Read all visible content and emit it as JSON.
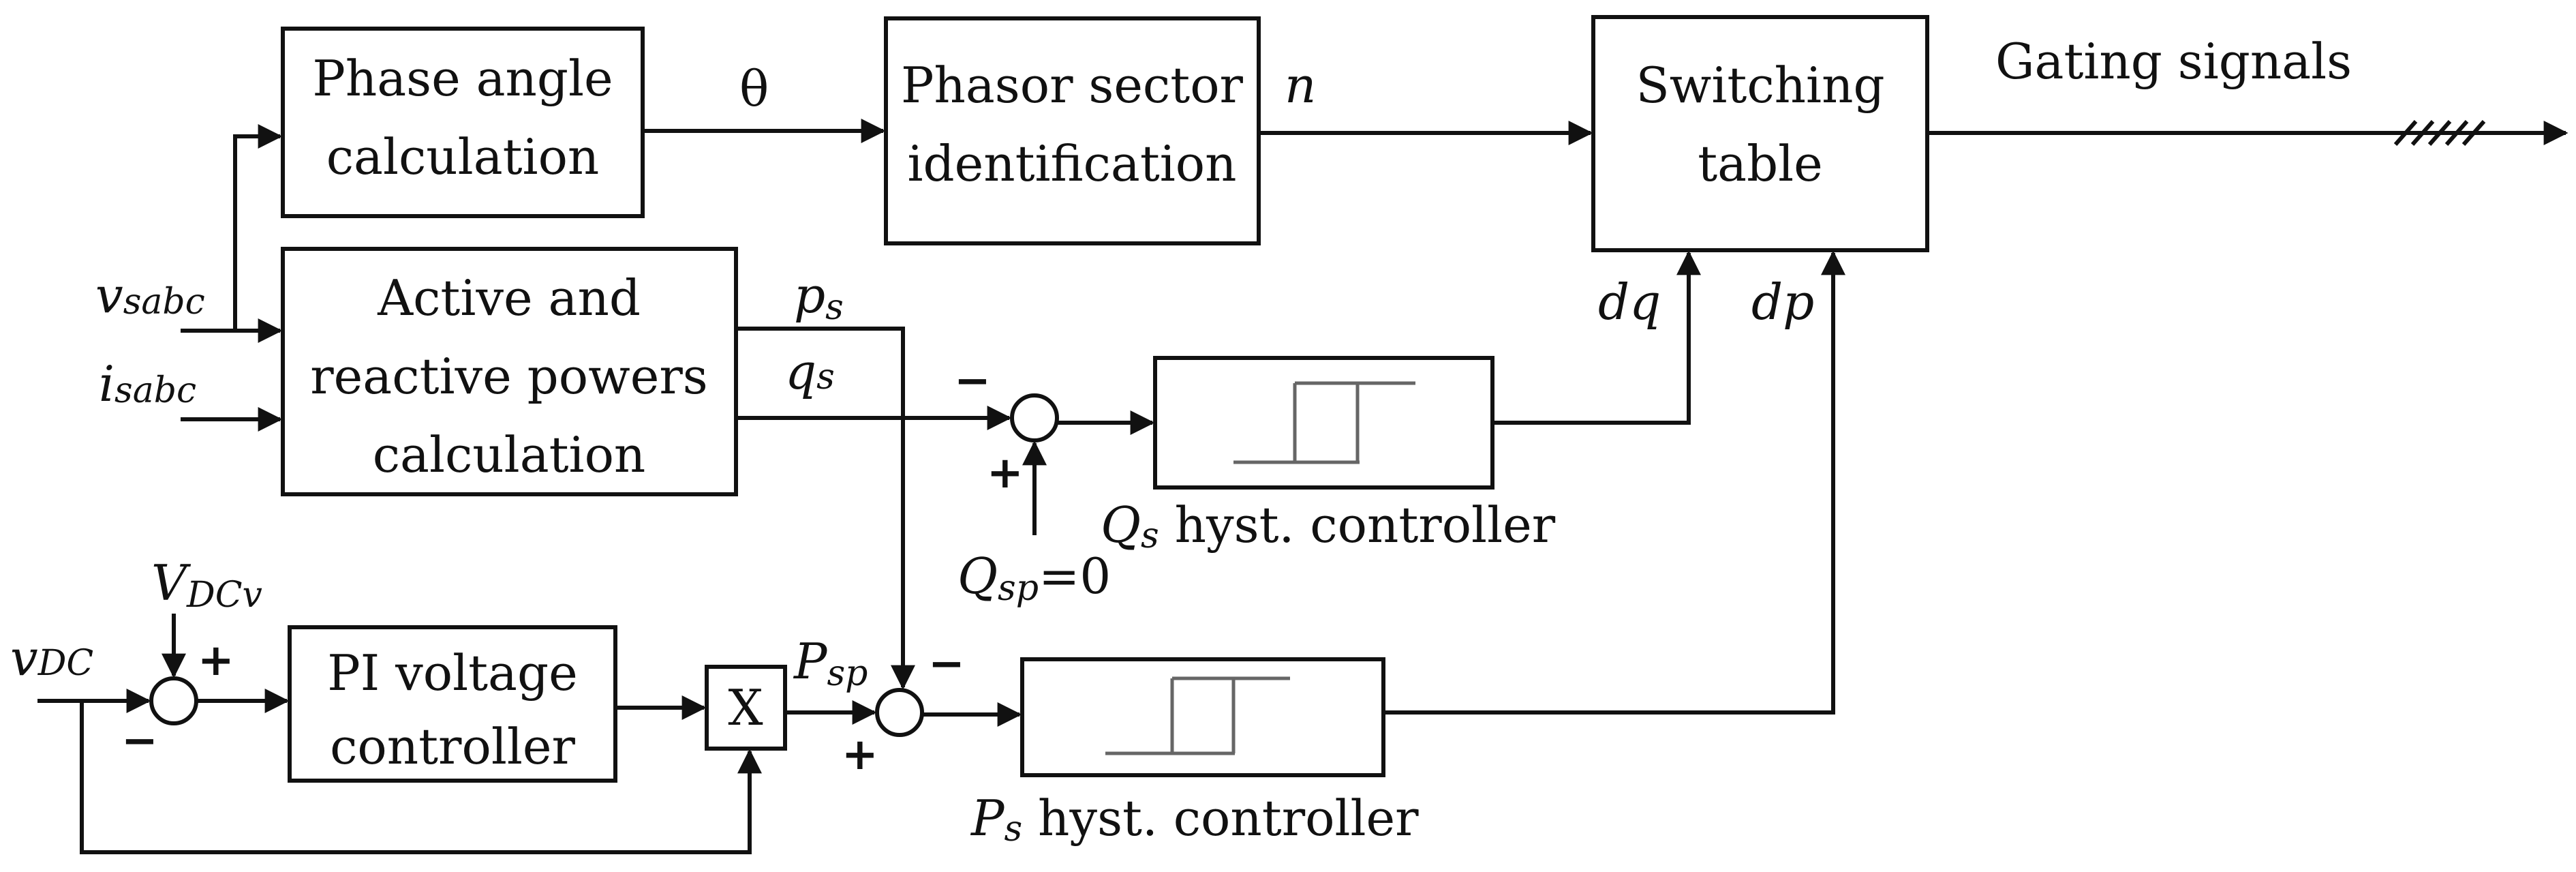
{
  "blocks": {
    "phase_angle": [
      "Phase angle",
      "calculation"
    ],
    "phasor_sector": [
      "Phasor sector",
      "identification"
    ],
    "switching_table": [
      "Switching",
      "table"
    ],
    "power_calc": [
      "Active and",
      "reactive powers",
      "calculation"
    ],
    "pi_voltage": [
      "PI voltage",
      "controller"
    ],
    "multiplier": "X"
  },
  "signals": {
    "theta": "θ",
    "n": "n",
    "gating": "Gating signals",
    "v_sabc": {
      "main": "v",
      "sub": "sabc"
    },
    "i_sabc": {
      "main": "i",
      "sub": "sabc"
    },
    "p_s": {
      "main": "p",
      "sub": "s"
    },
    "q_s": {
      "main": "q",
      "sub": "s"
    },
    "dq": "dq",
    "dp": "dp",
    "v_dc": {
      "main": "v",
      "sub": "DC"
    },
    "v_dcv": {
      "main": "V",
      "sub": "DCv"
    },
    "p_sp": {
      "main": "P",
      "sub": "sp"
    },
    "q_sp": {
      "main": "Q",
      "sub": "sp",
      "value": "=0"
    }
  },
  "controllers": {
    "qs": {
      "main": "Q",
      "sub": "s",
      "text": " hyst. controller"
    },
    "ps": {
      "main": "P",
      "sub": "s",
      "text": " hyst. controller"
    }
  },
  "signs": {
    "plus": "+",
    "minus": "−"
  }
}
